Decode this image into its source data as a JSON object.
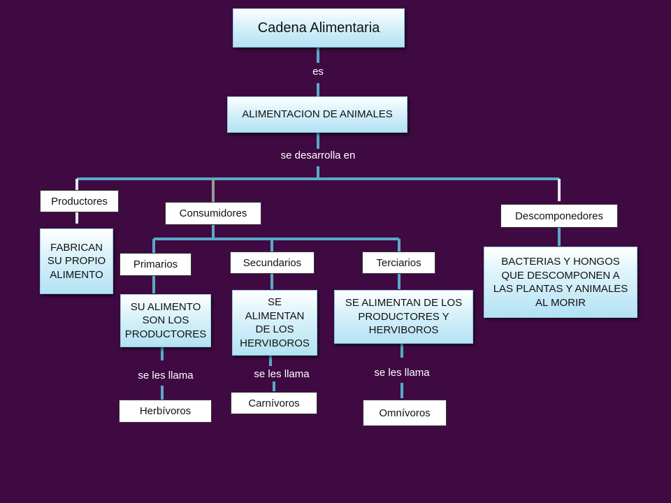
{
  "root": {
    "title": "Cadena Alimentaria"
  },
  "link_es": "es",
  "level1": {
    "text": "ALIMENTACION DE ANIMALES"
  },
  "link_desarrolla": "se desarrolla en",
  "productores": {
    "label": "Productores",
    "desc": "FABRICAN\nSU PROPIO\nALIMENTO"
  },
  "consumidores": {
    "label": "Consumidores",
    "primarios": {
      "label": "Primarios",
      "desc": "SU ALIMENTO\nSON LOS\nPRODUCTORES",
      "link": "se les llama",
      "name": "Herbívoros"
    },
    "secundarios": {
      "label": "Secundarios",
      "desc": "SE\nALIMENTAN\nDE LOS\nHERVIBOROS",
      "link": "se les llama",
      "name": "Carnívoros"
    },
    "terciarios": {
      "label": "Terciarios",
      "desc": "SE ALIMENTAN DE LOS\nPRODUCTORES Y\nHERVIBOROS",
      "link": "se les llama",
      "name": "Omnívoros"
    }
  },
  "descomponedores": {
    "label": "Descomponedores",
    "desc": "BACTERIAS Y HONGOS\nQUE DESCOMPONEN A\nLAS PLANTAS Y ANIMALES\nAL MORIR"
  },
  "colors": {
    "background": "#3f0a42",
    "connector": "#5aa9c8",
    "box_gradient_bottom": "#b3e2f3"
  }
}
